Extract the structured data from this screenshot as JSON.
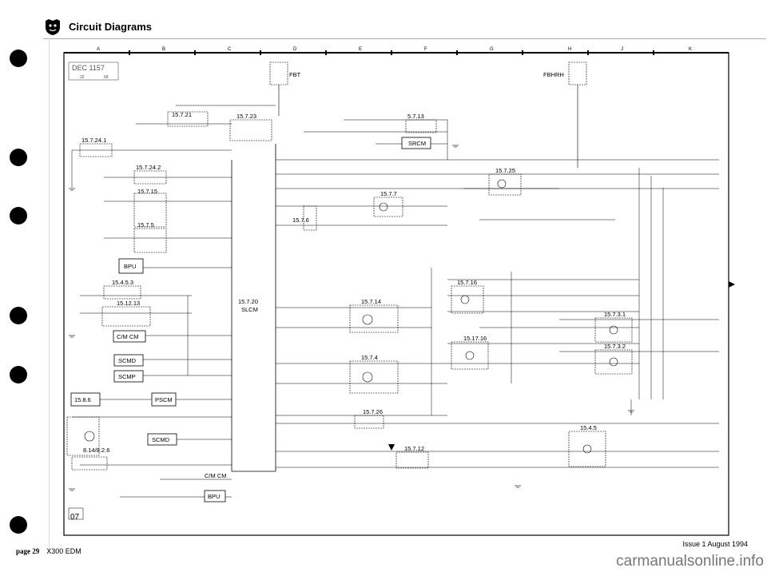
{
  "header": {
    "title": "Circuit Diagrams",
    "logo_icon": "jaguar-head-logo"
  },
  "footer": {
    "page": "page 29",
    "doc": "X300 EDM",
    "issue": "Issue 1 August 1994"
  },
  "watermark": "carmanualsonline.info",
  "grid_columns": [
    "A",
    "B",
    "C",
    "D",
    "E",
    "F",
    "G",
    "H",
    "J",
    "K"
  ],
  "stamp": {
    "line1": "DEC 1157",
    "line2": "32",
    "line3": "68"
  },
  "corner_code": "07",
  "fuse_boxes": {
    "fbt": "FBT",
    "fbhrh": "FBHRH"
  },
  "modules": {
    "slcm_code": "15.7.20",
    "slcm_name": "SLCM",
    "bpu": "BPU",
    "cm_cm": "C/M CM",
    "scmd": "SCMD",
    "scmp": "SCMP",
    "pscm": "PSCM",
    "scmd2": "SCMD",
    "cm_cm2": "C/M CM",
    "bpu2": "BPU",
    "srcm": "SRCM"
  },
  "circuit_refs": {
    "r15_7_24_1": "15.7.24.1",
    "r15_7_21": "15.7.21",
    "r15_7_23": "15.7.23",
    "r5_7_13": "5.7.13",
    "r15_7_24_2": "15.7.24.2",
    "r15_7_15": "15.7.15",
    "r15_7_5": "15.7.5",
    "r15_7_7": "15.7.7",
    "r15_7_6": "15.7.6",
    "r15_7_25": "15.7.25",
    "r15_4_5_3": "15.4.5.3",
    "r15_12_13": "15.12.13",
    "r15_7_16a": "15.7.16",
    "r15_7_14": "15.7.14",
    "r15_17_16": "15.17.16",
    "r15_7_3_1": "15.7.3.1",
    "r15_7_3_2": "15.7.3.2",
    "r15_7_4": "15.7.4",
    "r15_8_6": "15.8.6",
    "r8_14_8_2_6": "8.14/8.2.6",
    "r15_7_26": "15.7.26",
    "r15_7_12": "15.7.12",
    "r15_4_5": "15.4.5"
  }
}
